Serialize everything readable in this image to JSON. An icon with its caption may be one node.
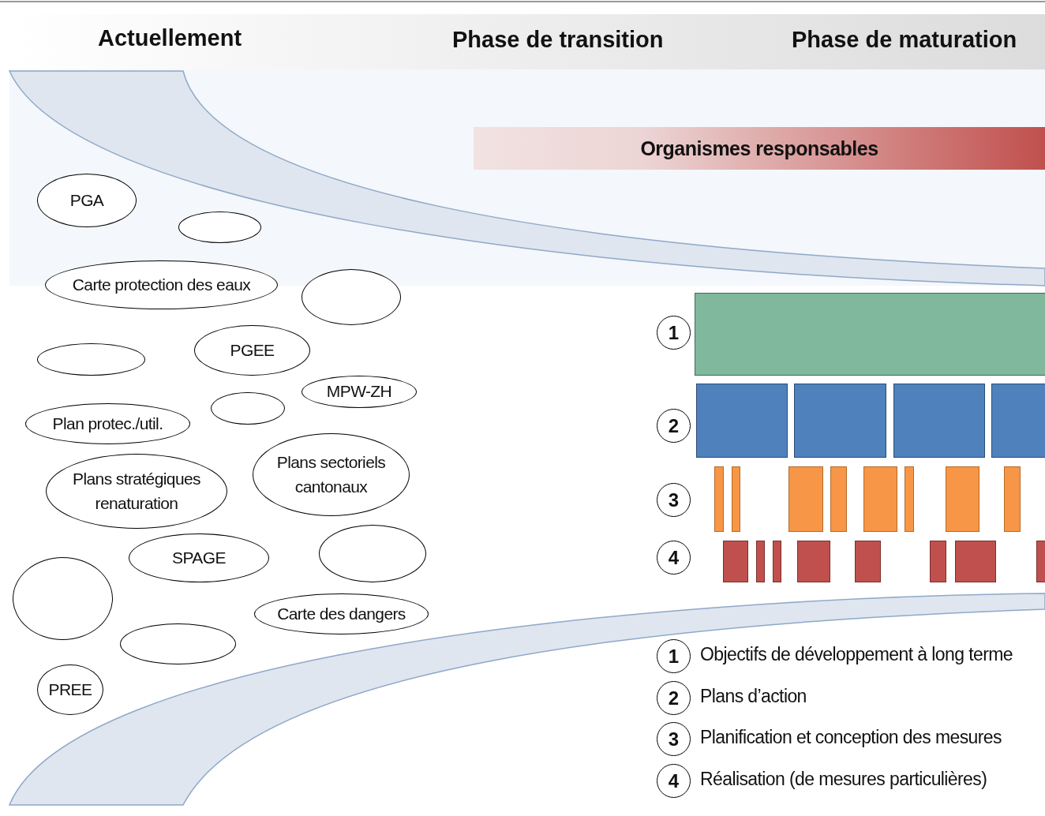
{
  "diagram": {
    "nodes": [
      {
        "text": [
          "Organismes responsables"
        ]
      },
      {
        "text": [
          "PGA"
        ]
      },
      {
        "text": [],
        "shape": "ellipse"
      },
      {
        "text": [
          "Carte protection des eaux"
        ]
      },
      {
        "text": [],
        "shape": "ellipse"
      },
      {
        "text": [],
        "shape": "ellipse"
      },
      {
        "text": [
          "PGEE"
        ]
      },
      {
        "text": [
          "MPW-ZH"
        ]
      },
      {
        "text": [],
        "shape": "ellipse"
      },
      {
        "text": [
          "Plan protec./util."
        ]
      },
      {
        "text": [
          "Plans sectoriels cantonaux"
        ]
      },
      {
        "text": [
          "Plans stratégiques renaturation"
        ]
      },
      {
        "text": [
          "SPAGE"
        ]
      },
      {
        "text": [],
        "shape": "ellipse"
      },
      {
        "text": [],
        "shape": "circle"
      },
      {
        "text": [
          "Carte des dangers"
        ]
      },
      {
        "text": [],
        "shape": "ellipse"
      },
      {
        "text": [
          "PREE"
        ]
      },
      {
        "text": [
          "1"
        ]
      },
      {
        "text": [],
        "shape": "box"
      },
      {
        "text": [
          "2"
        ]
      },
      {
        "text": [],
        "shape": "box"
      },
      {
        "text": [],
        "shape": "box"
      },
      {
        "text": [],
        "shape": "box"
      },
      {
        "text": [],
        "shape": "box"
      },
      {
        "text": [
          "3"
        ]
      },
      {
        "text": [],
        "shape": "bar"
      },
      {
        "text": [],
        "shape": "bar"
      },
      {
        "text": [],
        "shape": "bar"
      },
      {
        "text": [],
        "shape": "bar"
      },
      {
        "text": [],
        "shape": "bar"
      },
      {
        "text": [],
        "shape": "bar"
      },
      {
        "text": [],
        "shape": "bar"
      },
      {
        "text": [],
        "shape": "bar"
      },
      {
        "text": [
          "4"
        ]
      },
      {
        "text": [],
        "shape": "box"
      },
      {
        "text": [],
        "shape": "box"
      },
      {
        "text": [],
        "shape": "box"
      },
      {
        "text": [],
        "shape": "box"
      },
      {
        "text": [],
        "shape": "box"
      },
      {
        "text": [],
        "shape": "box"
      },
      {
        "text": [],
        "shape": "box"
      },
      {
        "text": [],
        "shape": "box"
      },
      {
        "text": [
          "1"
        ],
        "beside": [
          "Objectifs de développement à long terme"
        ]
      },
      {
        "text": [
          "2"
        ],
        "beside": [
          "Plans d’action"
        ]
      },
      {
        "text": [
          "3"
        ],
        "beside": [
          "Planification et conception des mesures"
        ]
      },
      {
        "text": [
          "4"
        ],
        "beside": [
          "Réalisation (de mesures particulières)"
        ]
      }
    ],
    "labels": [
      "Actuellement",
      "Phase de transition",
      "Phase de maturation"
    ]
  }
}
